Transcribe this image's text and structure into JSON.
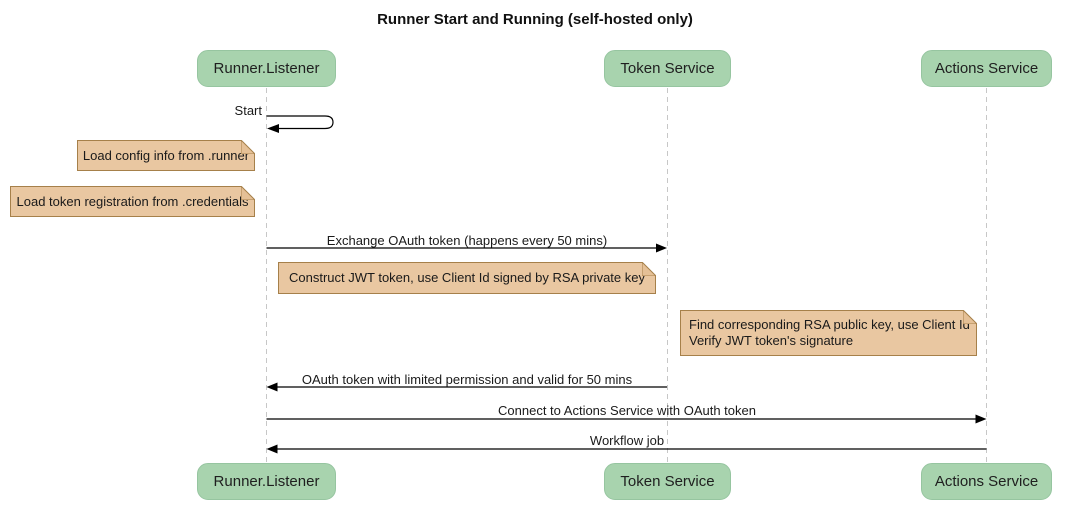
{
  "title": "Runner Start and Running (self-hosted only)",
  "participants": [
    {
      "name": "Runner.Listener"
    },
    {
      "name": "Token Service"
    },
    {
      "name": "Actions Service"
    }
  ],
  "messages": [
    {
      "text": "Start",
      "from": "Runner.Listener",
      "to": "Runner.Listener",
      "kind": "self-loop"
    },
    {
      "text": "Exchange OAuth token (happens every 50 mins)",
      "from": "Runner.Listener",
      "to": "Token Service",
      "kind": "solid-arrow"
    },
    {
      "text": "OAuth token with limited permission and valid for 50 mins",
      "from": "Token Service",
      "to": "Runner.Listener",
      "kind": "solid-arrow"
    },
    {
      "text": "Connect to Actions Service with OAuth token",
      "from": "Runner.Listener",
      "to": "Actions Service",
      "kind": "solid-arrow"
    },
    {
      "text": "Workflow job",
      "from": "Actions Service",
      "to": "Runner.Listener",
      "kind": "solid-arrow"
    }
  ],
  "notes": [
    {
      "text": "Load config info from .runner",
      "position": "left of Runner.Listener"
    },
    {
      "text": "Load token registration from .credentials",
      "position": "left of Runner.Listener"
    },
    {
      "text": "Construct JWT token, use Client Id signed by RSA private key",
      "position": "right of Runner.Listener"
    },
    {
      "lines": [
        "Find corresponding RSA public key, use Client Id",
        "Verify JWT token's signature"
      ],
      "position": "right of Token Service"
    }
  ],
  "colors": {
    "participant_fill": "#a8d3ae",
    "participant_border": "#96c5a0",
    "note_fill": "#e9c7a1",
    "note_border": "#a6804a",
    "lifeline": "#c7c7c7",
    "arrow": "#000000",
    "text": "#1a1a1a",
    "background": "#ffffff"
  }
}
